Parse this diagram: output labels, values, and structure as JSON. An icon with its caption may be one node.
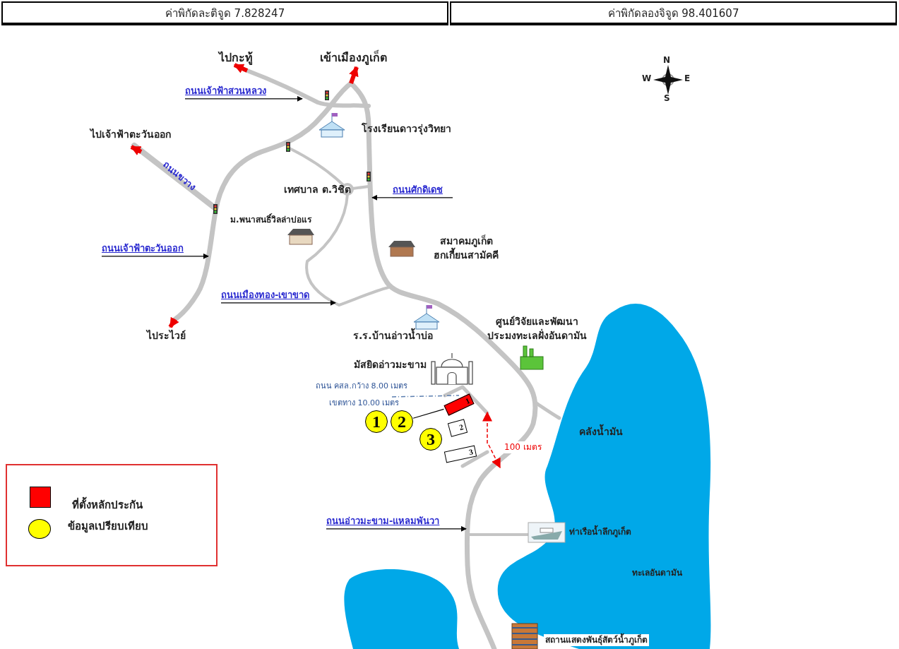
{
  "diagram": {
    "nodes": [
      {
        "text": [
          "1"
        ]
      },
      {
        "text": [
          "2"
        ]
      },
      {
        "text": [
          "3"
        ]
      },
      {
        "text": [
          "1"
        ]
      },
      {
        "text": [
          "2"
        ]
      },
      {
        "text": [
          "3"
        ]
      },
      {
        "text": [
          "ถนนเจ้าฟ้าสวนหลวง"
        ]
      },
      {
        "text": [
          "ถนนศักดิเดช"
        ]
      },
      {
        "text": [
          "ถนนเจ้าฟ้าตะวันออก"
        ]
      },
      {
        "text": [
          "ถนนเมืองทอง-เขาขาด"
        ]
      },
      {
        "text": [
          "ถนนอ่าวมะขาม-แหลมพันวา"
        ]
      }
    ],
    "edges": [
      {
        "from": 1,
        "to": 3,
        "arrow": "none"
      },
      {
        "from": 6,
        "to": null,
        "arrow": "to"
      },
      {
        "from": 7,
        "to": null,
        "arrow": "to"
      },
      {
        "from": 8,
        "to": null,
        "arrow": "to"
      },
      {
        "from": 9,
        "to": null,
        "arrow": "to"
      },
      {
        "from": 10,
        "to": null,
        "arrow": "to"
      }
    ],
    "labels": [
      "ค่าพิกัดละติจูด 7.828247",
      "ค่าพิกัดลองจิจูด 98.401607",
      "ไปกะทู้",
      "เข้าเมืองภูเก็ต",
      "N",
      "W",
      "E",
      "S",
      "ไปเจ้าฟ้าตะวันออก",
      "โรงเรียนดาวรุ่งวิทยา",
      "ถนนขวาง",
      "เทศบาล ต.วิชิต",
      "ม.พนาสนธิ์วิลล่าบ่อแร",
      "สมาคมภูเก็ต ฮกเกี้ยนสามัคคี",
      "ไประไวย์",
      "ร.ร.บ้านอ่าวน้ำบ่อ",
      "ศูนย์วิจัยและพัฒนา ประมงทะเลฝั่งอันดามัน",
      "มัสยิดอ่าวมะขาม",
      "ถนน คสล.กว้าง 8.00 เมตร",
      "เขตทาง 10.00 เมตร",
      "คลังน้ำมัน",
      "100 เมตร",
      "ท่าเรือน้ำลึกภูเก็ต",
      "ทะเลอันดามัน",
      "สถานแสดงพันธุ์สัตว์น้ำภูเก็ต"
    ],
    "legend": [
      {
        "text": "ที่ตั้งหลักประกัน",
        "color": "#ff0000"
      },
      {
        "text": "ข้อมูลเปรียบเทียบ",
        "color": "#ffff00"
      }
    ]
  }
}
